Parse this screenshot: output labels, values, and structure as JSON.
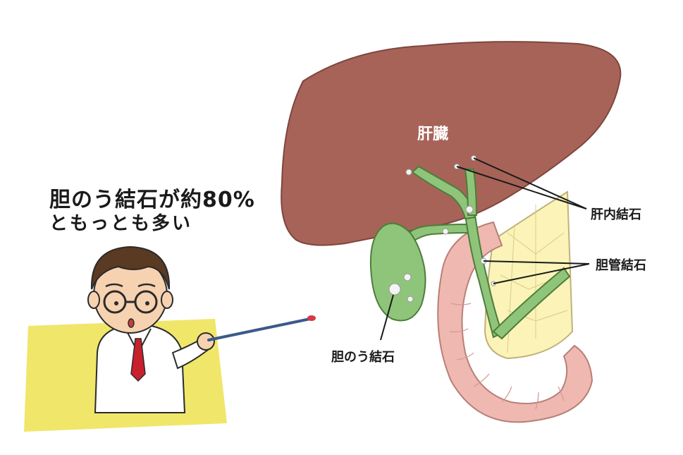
{
  "caption": {
    "line1": "胆のう結石が約80%",
    "line2": "ともっとも多い"
  },
  "labels": {
    "liver": "肝臓",
    "intrahepatic_stone": "肝内結石",
    "bile_duct_stone": "胆管結石",
    "gallbladder_stone": "胆のう結石"
  },
  "colors": {
    "liver": "#a86358",
    "bile": "#8fc57a",
    "pancreas": "#fbf3b8",
    "duodenum": "#efb8b0",
    "stone": "#f4f4f4",
    "desk": "#f0e66a",
    "hair": "#5a3a22",
    "coat": "#ffffff",
    "tie": "#c8202c"
  }
}
